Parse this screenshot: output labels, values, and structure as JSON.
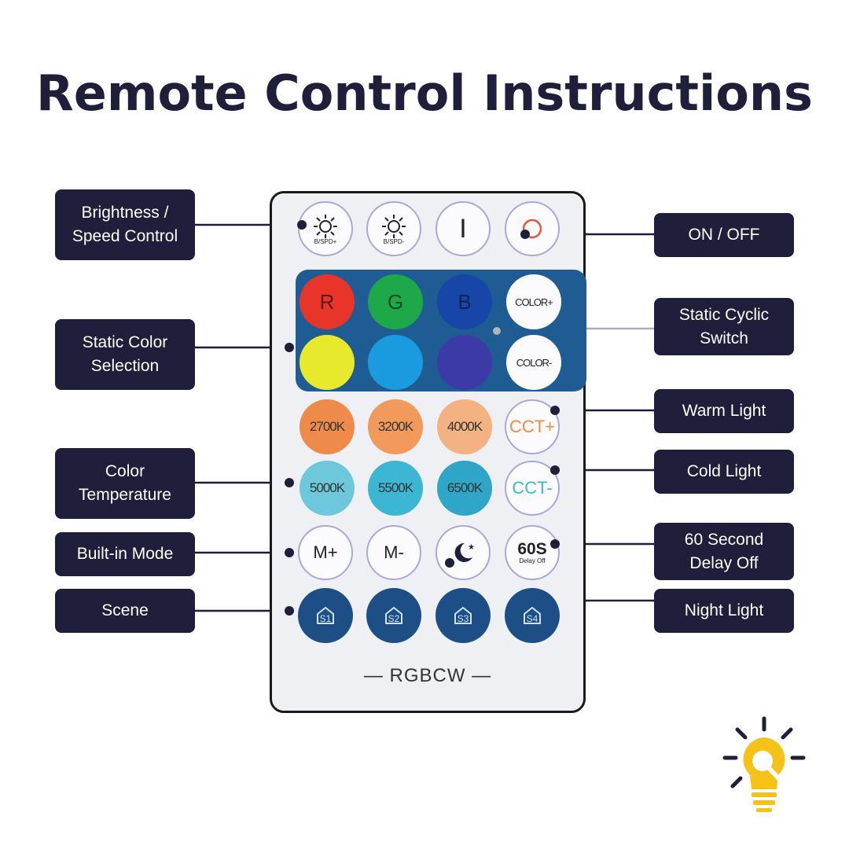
{
  "title": "Remote Control Instructions",
  "labels": {
    "brightness": "Brightness /\nSpeed Control",
    "static_color": "Static Color\nSelection",
    "color_temp": "Color\nTemperature",
    "builtin_mode": "Built-in Mode",
    "scene": "Scene",
    "on_off": "ON / OFF",
    "static_cyclic": "Static Cyclic\nSwitch",
    "warm_light": "Warm Light",
    "cold_light": "Cold Light",
    "delay_off": "60 Second\nDelay Off",
    "night_light": "Night Light"
  },
  "remote": {
    "bright_up_sub": "B/SPD+",
    "bright_down_sub": "B/SPD-",
    "on_symbol": "I",
    "r": "R",
    "g": "G",
    "b": "B",
    "color_plus": "COLOR+",
    "color_minus": "COLOR-",
    "k2700": "2700K",
    "k3200": "3200K",
    "k4000": "4000K",
    "cct_plus": "CCT+",
    "k5000": "5000K",
    "k5500": "5500K",
    "k6500": "6500K",
    "cct_minus": "CCT-",
    "m_plus": "M+",
    "m_minus": "M-",
    "delay_main": "60S",
    "delay_sub": "Delay Off",
    "s1": "S1",
    "s2": "S2",
    "s3": "S3",
    "s4": "S4",
    "footer": "— RGBCW —"
  },
  "colors": {
    "navy": "#1f1e3b",
    "red": "#e8352a",
    "green": "#1fa84a",
    "blue": "#1546a8",
    "yellow": "#e6ea2a",
    "sky": "#1a9be0",
    "violet": "#3b3aa6",
    "warm_orange": "#ee8a4a",
    "cold_teal": "#3cb6d2",
    "scene_blue": "#1d4f86",
    "bulb": "#f5c218"
  },
  "icons": [
    "sun-plus-icon",
    "sun-minus-icon",
    "power-icon",
    "moon-star-icon",
    "house-icon",
    "lightbulb-search-icon"
  ]
}
